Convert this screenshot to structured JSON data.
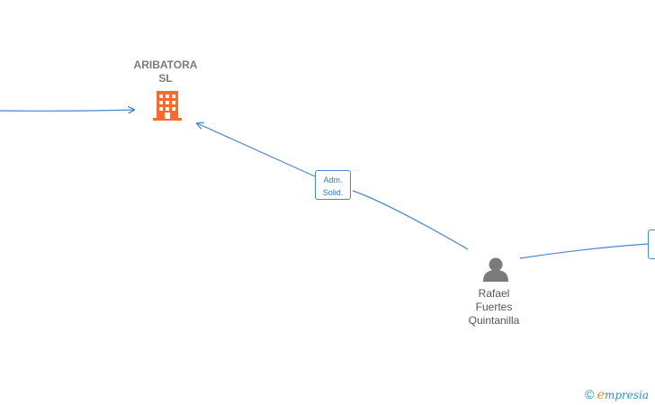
{
  "nodes": {
    "company": {
      "name_line1": "ARIBATORA",
      "name_line2": "SL",
      "icon": "building-icon",
      "color": "#ff6a2b"
    },
    "person": {
      "name_line1": "Rafael",
      "name_line2": "Fuertes",
      "name_line3": "Quintanilla",
      "icon": "person-icon",
      "color": "#7a7a7a"
    }
  },
  "edges": {
    "person_to_company": {
      "label_line1": "Adm.",
      "label_line2": "Solid."
    }
  },
  "colors": {
    "edge": "#4a86d4"
  },
  "footer": {
    "copyright_symbol": "©",
    "brand_initial": "e",
    "brand_rest": "mpresia"
  }
}
